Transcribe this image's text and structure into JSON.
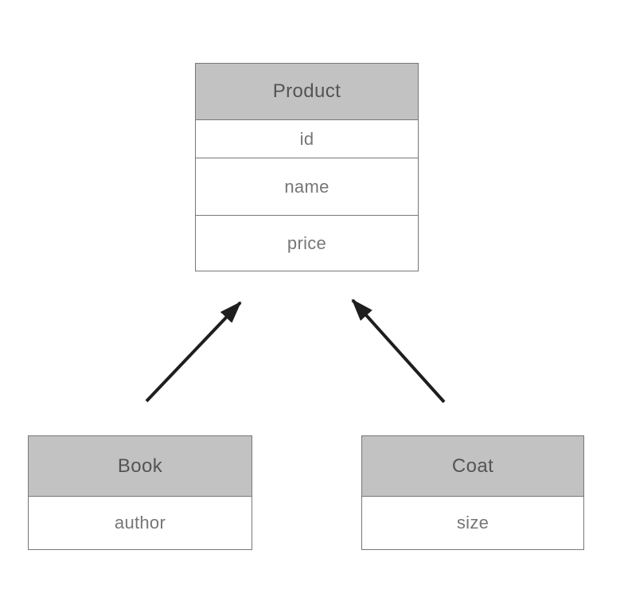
{
  "diagram": {
    "type": "class-inheritance-diagram",
    "colors": {
      "header_fill": "#c2c2c2",
      "border": "#777777",
      "header_text": "#545454",
      "attr_text": "#767676",
      "arrow": "#1e1e1e",
      "canvas_bg": "#ffffff"
    },
    "classes": [
      {
        "name": "Product",
        "attributes": [
          "id",
          "name",
          "price"
        ]
      },
      {
        "name": "Book",
        "attributes": [
          "author"
        ]
      },
      {
        "name": "Coat",
        "attributes": [
          "size"
        ]
      }
    ],
    "relations": [
      {
        "from": "Book",
        "to": "Product",
        "type": "arrow-up"
      },
      {
        "from": "Coat",
        "to": "Product",
        "type": "arrow-up"
      }
    ]
  }
}
